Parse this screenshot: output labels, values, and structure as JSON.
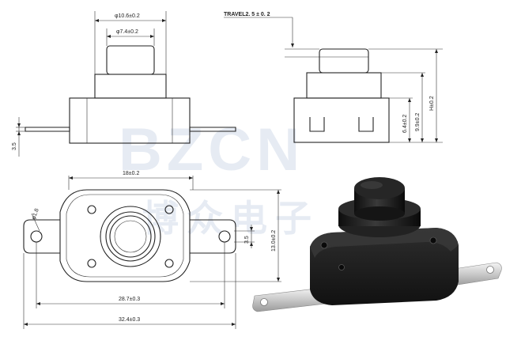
{
  "watermark": {
    "latin": "BZCN",
    "chinese": "博众电子"
  },
  "front_view": {
    "dim_top_outer": "φ10.6±0.2",
    "dim_top_inner": "φ7.4±0.2",
    "dim_left": "3.5"
  },
  "side_view": {
    "travel": "TRAVEL2. 5 ± 0. 2",
    "dim_6_4": "6.4±0.2",
    "dim_9_9": "9.9±0.2",
    "dim_h": "H±0.2"
  },
  "bottom_view": {
    "dim_width_body": "18±0.2",
    "dim_hole": "φ1.8",
    "dim_3_5": "3.5",
    "dim_height": "13.0±0.2",
    "dim_28_7": "28.7±0.3",
    "dim_32_4": "32.4±0.3"
  },
  "colors": {
    "line": "#222222",
    "watermark": "#e6ebf3",
    "product_body": "#1c1c1c",
    "terminal_metal": "#d9d9d9"
  }
}
